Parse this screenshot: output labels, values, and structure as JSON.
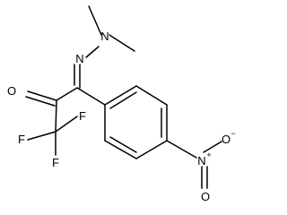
{
  "molecule": {
    "atoms": {
      "carbonyl_oxygen": "O",
      "hydrazone_n1": "N",
      "hydrazone_n2": "N",
      "fluorine_1": "F",
      "fluorine_2": "F",
      "fluorine_3": "F",
      "nitro_nitrogen": "N",
      "nitro_n_charge": "+",
      "nitro_oxygen_top": "O",
      "nitro_oxygen_top_charge": "−",
      "nitro_oxygen_bottom": "O"
    },
    "colors": {
      "bond": "#000000",
      "label": "#000000",
      "background": "#ffffff"
    }
  }
}
